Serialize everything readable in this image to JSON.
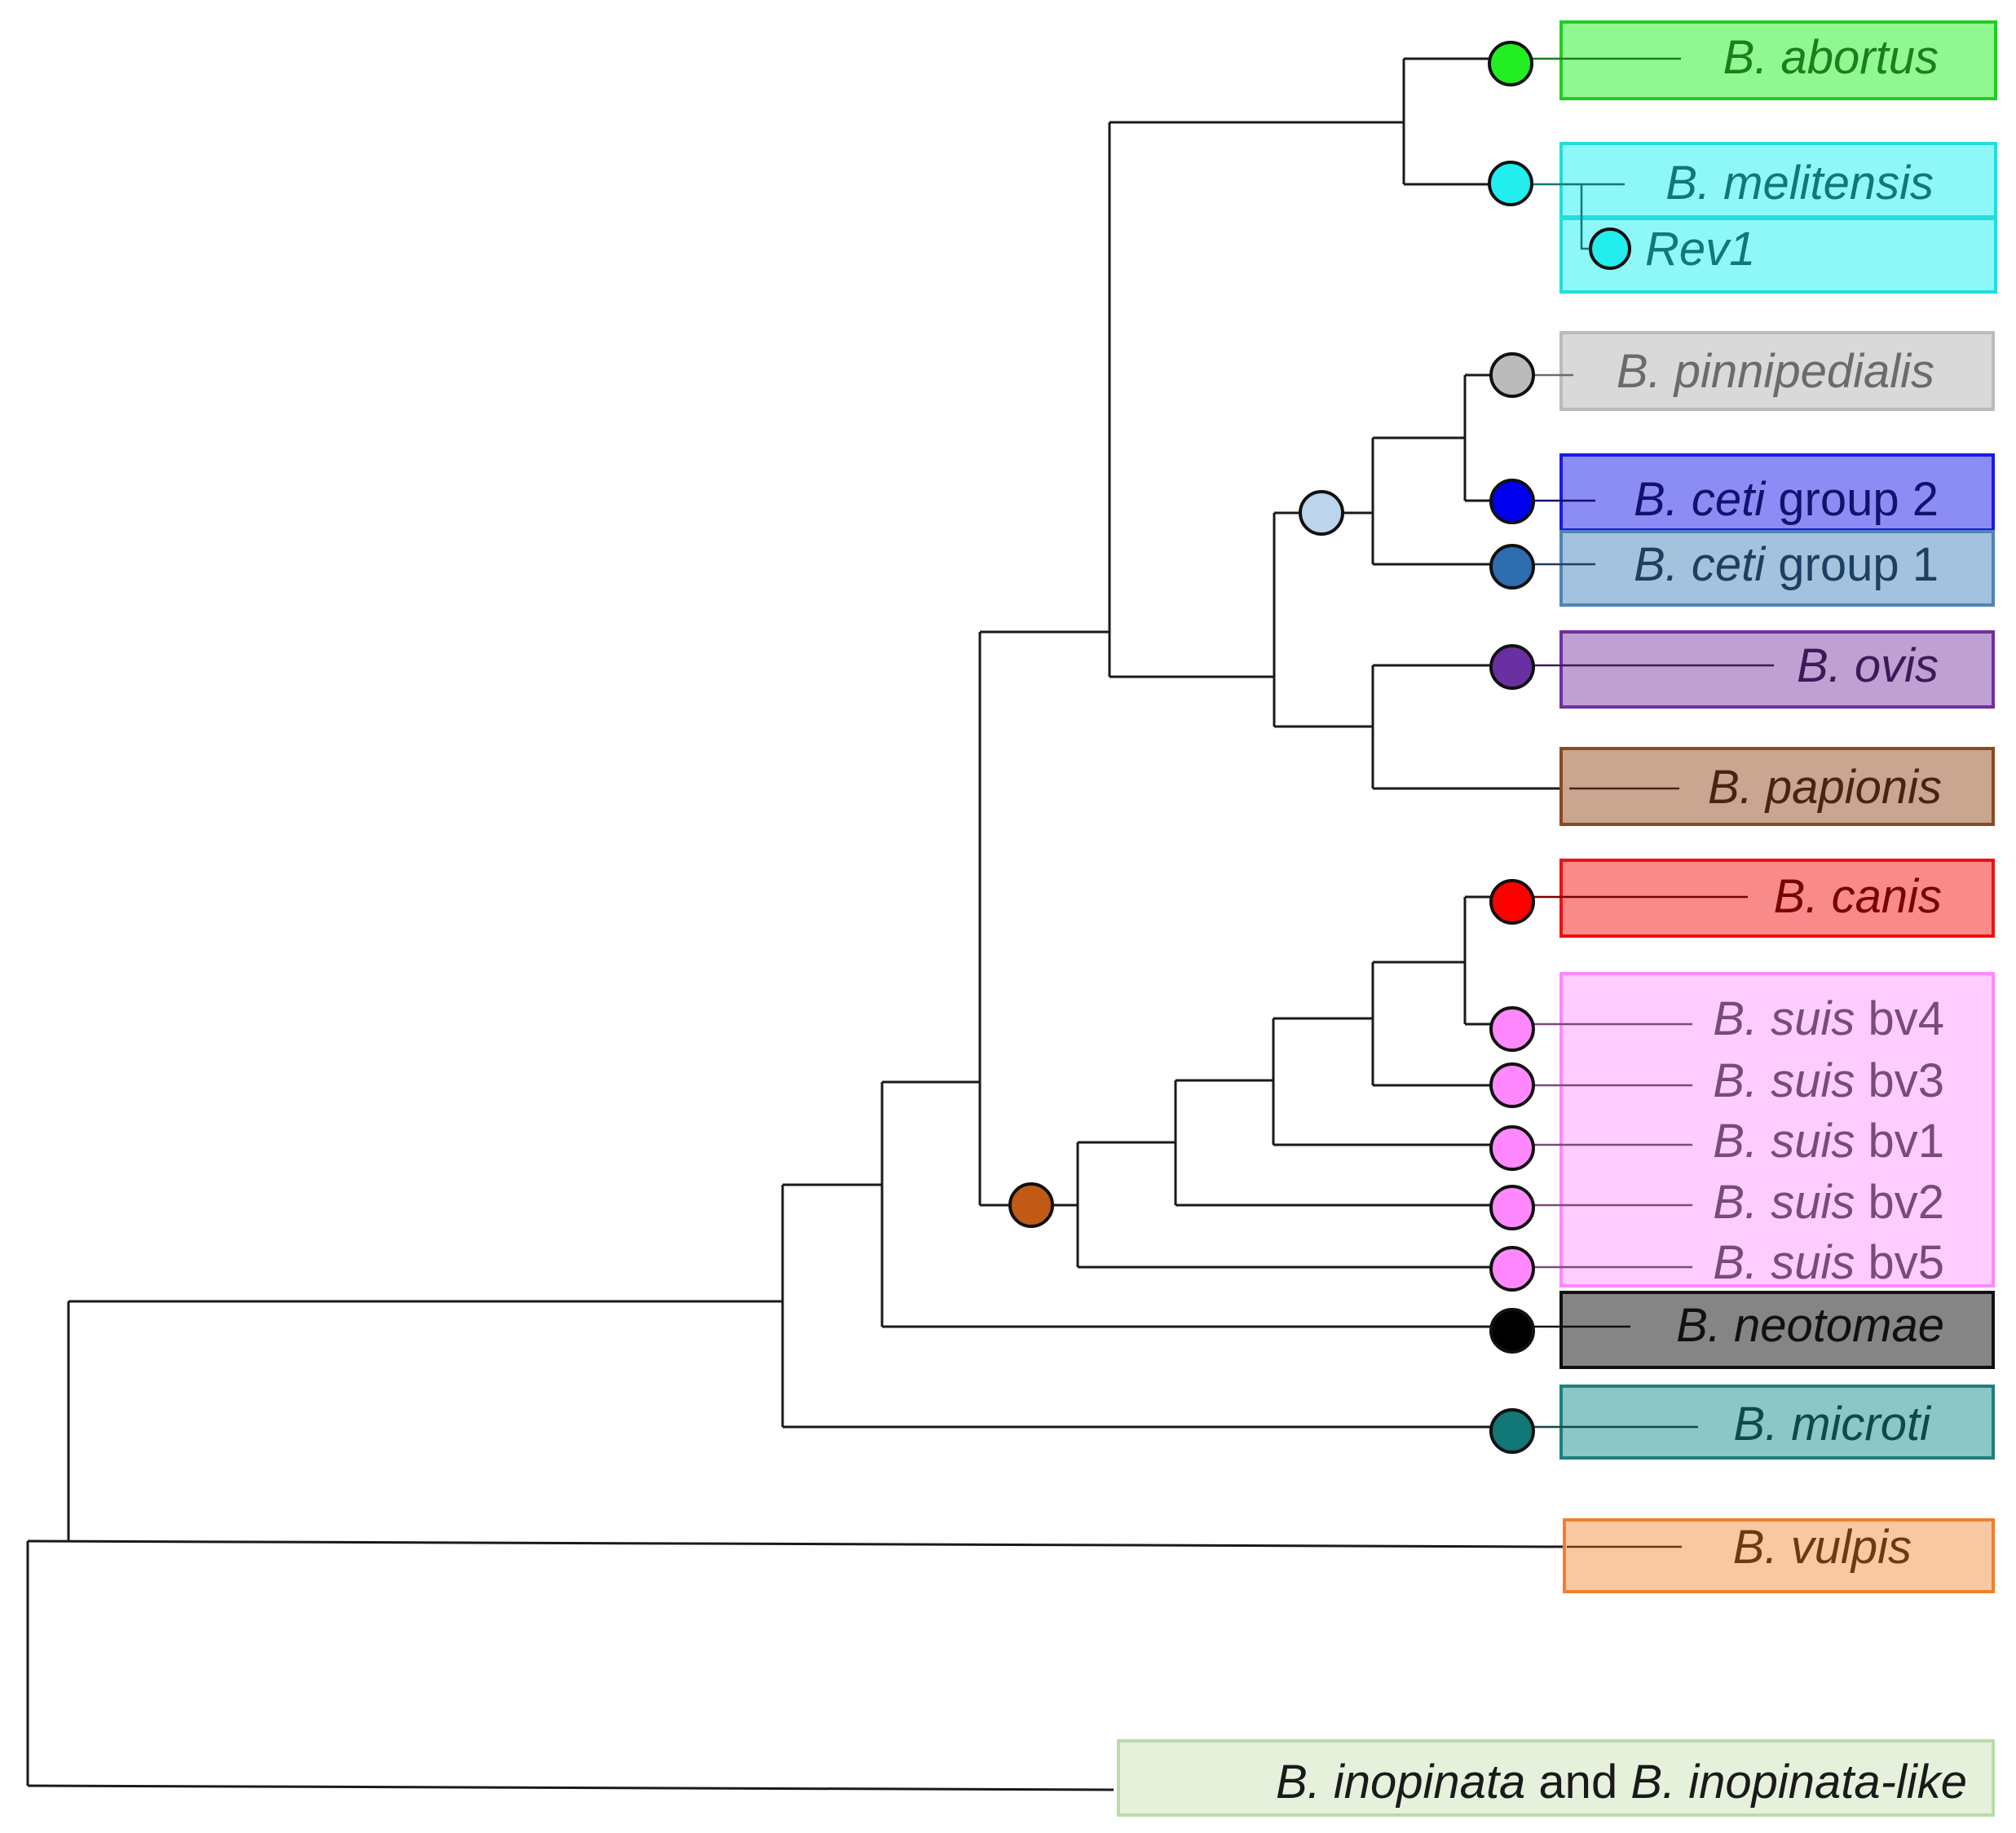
{
  "taxa": [
    {
      "id": "abortus",
      "parts": [
        {
          "t": "B. abortus",
          "i": true
        }
      ],
      "fill": "#90f890",
      "stroke": "#22cc22",
      "text": "#1e7d1e",
      "node": "#22ee22"
    },
    {
      "id": "melitensis",
      "parts": [
        {
          "t": "B. melitensis",
          "i": true
        }
      ],
      "fill": "#8ef8f8",
      "stroke": "#22dddd",
      "text": "#117777",
      "node": "#22eeee"
    },
    {
      "id": "rev1",
      "parts": [
        {
          "t": "Rev1",
          "i": true
        }
      ],
      "fill": "#8ef8f8",
      "stroke": "#22dddd",
      "text": "#117777",
      "node": "#22eeee"
    },
    {
      "id": "pinnipedialis",
      "parts": [
        {
          "t": "B. pinnipedialis",
          "i": true
        }
      ],
      "fill": "#d9d9d9",
      "stroke": "#bbbbbb",
      "text": "#6b6b6b",
      "node": "#bbbbbb"
    },
    {
      "id": "ceti2",
      "parts": [
        {
          "t": "B. ceti",
          "i": true
        },
        {
          "t": " group 2",
          "i": false
        }
      ],
      "fill": "#8c8cf5",
      "stroke": "#1a1ae6",
      "text": "#12126e",
      "node": "#0000ee"
    },
    {
      "id": "ceti1",
      "parts": [
        {
          "t": "B. ceti",
          "i": true
        },
        {
          "t": " group 1",
          "i": false
        }
      ],
      "fill": "#a3c2dd",
      "stroke": "#4f84b6",
      "text": "#1c3f62",
      "node": "#2e6db0"
    },
    {
      "id": "ovis",
      "parts": [
        {
          "t": "B. ovis",
          "i": true
        }
      ],
      "fill": "#bfa0d2",
      "stroke": "#7030a0",
      "text": "#3c1a5a",
      "node": "#6a2fa0"
    },
    {
      "id": "papionis",
      "parts": [
        {
          "t": "B. papionis",
          "i": true
        }
      ],
      "fill": "#c8a690",
      "stroke": "#8a4a22",
      "text": "#4a2412",
      "node": null
    },
    {
      "id": "canis",
      "parts": [
        {
          "t": "B. canis",
          "i": true
        }
      ],
      "fill": "#f88a8a",
      "stroke": "#ee1111",
      "text": "#7a0000",
      "node": "#ff0000"
    },
    {
      "id": "suis4",
      "parts": [
        {
          "t": "B. suis",
          "i": true
        },
        {
          "t": " bv4",
          "i": false
        }
      ],
      "fill": "#ffccff",
      "stroke": "#ff88ff",
      "text": "#7a4a7a",
      "node": "#ff88ff"
    },
    {
      "id": "suis3",
      "parts": [
        {
          "t": "B. suis",
          "i": true
        },
        {
          "t": " bv3",
          "i": false
        }
      ],
      "fill": "#ffccff",
      "stroke": "#ff88ff",
      "text": "#7a4a7a",
      "node": "#ff88ff"
    },
    {
      "id": "suis1",
      "parts": [
        {
          "t": "B. suis",
          "i": true
        },
        {
          "t": " bv1",
          "i": false
        }
      ],
      "fill": "#ffccff",
      "stroke": "#ff88ff",
      "text": "#7a4a7a",
      "node": "#ff88ff"
    },
    {
      "id": "suis2",
      "parts": [
        {
          "t": "B. suis",
          "i": true
        },
        {
          "t": " bv2",
          "i": false
        }
      ],
      "fill": "#ffccff",
      "stroke": "#ff88ff",
      "text": "#7a4a7a",
      "node": "#ff88ff"
    },
    {
      "id": "suis5",
      "parts": [
        {
          "t": "B. suis",
          "i": true
        },
        {
          "t": " bv5",
          "i": false
        }
      ],
      "fill": "#ffccff",
      "stroke": "#ff88ff",
      "text": "#7a4a7a",
      "node": "#ff88ff"
    },
    {
      "id": "neotomae",
      "parts": [
        {
          "t": "B. neotomae",
          "i": true
        }
      ],
      "fill": "#858585",
      "stroke": "#111111",
      "text": "#111111",
      "node": "#000000"
    },
    {
      "id": "microti",
      "parts": [
        {
          "t": "B. microti",
          "i": true
        }
      ],
      "fill": "#8cc6c6",
      "stroke": "#1e7f7f",
      "text": "#0e4a4a",
      "node": "#117777"
    },
    {
      "id": "vulpis",
      "parts": [
        {
          "t": "B. vulpis",
          "i": true
        }
      ],
      "fill": "#f8c8a2",
      "stroke": "#f08030",
      "text": "#6b3a10",
      "node": null
    },
    {
      "id": "inopinata",
      "parts": [
        {
          "t": "B. inopinata",
          "i": true
        },
        {
          "t": " and ",
          "i": false
        },
        {
          "t": "B. inopinata-like",
          "i": true
        }
      ],
      "fill": "#e6f1dc",
      "stroke": "#b9dcaa",
      "text": "#1a1a1a",
      "node": null
    }
  ],
  "internal_nodes": [
    {
      "id": "ceti-clade-node",
      "color": "#bcd4ec"
    },
    {
      "id": "suis-clade-node",
      "color": "#c05a14"
    }
  ]
}
